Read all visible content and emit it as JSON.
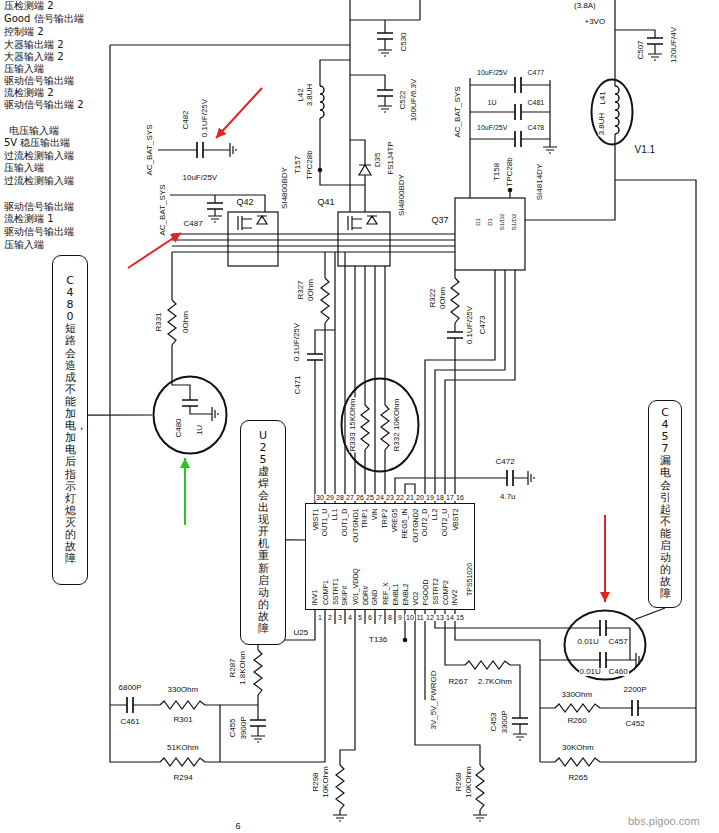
{
  "diagram": {
    "nodes": [
      {
        "text": [
          "L41",
          "3.8UH"
        ]
      },
      {
        "text": [
          "C480短路会造成不能加电，加电后指示灯熄灭的故障"
        ]
      },
      {
        "text": [
          "C480",
          "1U"
        ]
      },
      {
        "text": [
          "R333 15KOhm",
          "R332 10KOhm"
        ]
      },
      {
        "text": [
          "U25虚焊会出现开机重新启动的故障"
        ]
      },
      {
        "text": [
          "U25",
          "TPS51020"
        ]
      },
      {
        "text": [
          "C457漏电会引起不能启动的故障"
        ]
      },
      {
        "text": [
          "0.01U",
          "C457",
          "0.01U",
          "C460"
        ]
      }
    ],
    "edges": [
      {
        "from": 1,
        "to": 2,
        "arrow": "none"
      },
      {
        "from": 4,
        "to": 5,
        "arrow": "none"
      },
      {
        "from": 6,
        "to": 7,
        "arrow": "none"
      }
    ],
    "labels": [
      "压检测端 2",
      "Good 信号输出端",
      "控制端 2",
      "大器输出端 2",
      "大器输入端 2",
      "压输入端",
      "驱动信号输出端",
      "流检测端 2",
      "驱动信号输出端 2",
      "电压输入端",
      "5V 稳压输出端",
      "过流检测输入端",
      "压输入端",
      "过流检测输入端",
      "驱动信号输出端",
      "流检测端 1",
      "驱动信号输出端",
      "压输入端",
      "C530",
      "C522",
      "100UF/6.3V",
      "L42",
      "3.8UH",
      "D35",
      "FS1J4TP",
      "T157",
      "TPC28b",
      "C482",
      "0.1UF/25V",
      "AC_BAT_SYS",
      "10uF/25V",
      "C487",
      "AC_BAT_SYS",
      "Q42",
      "SI4800BDY",
      "Q41",
      "SI4800BDY",
      "SI4814DY",
      "T158",
      "TPC28b",
      "Q37",
      "10uF/25V",
      "C477",
      "AC_BAT_SYS",
      "C481",
      "1U",
      "10uF/25V",
      "C478",
      "V1.1",
      "C507",
      "120UF/4V",
      "+3VO",
      "(3.8A)",
      "R331",
      "0Ohm",
      "R327",
      "0Ohm",
      "0.1UF/25V",
      "C471",
      "R322",
      "0Ohm",
      "0.1UF/25V",
      "C473",
      "C472",
      "4.7u",
      "30",
      "29",
      "28",
      "27",
      "26",
      "25",
      "24",
      "23",
      "22",
      "21",
      "20",
      "19",
      "18",
      "17",
      "16",
      "VBST1",
      "OUT1_U",
      "LL1",
      "OUT1_D",
      "OUTGND1",
      "TRIP1",
      "VIN",
      "TRIP2",
      "VREG5",
      "REG5_IN",
      "OUTGND2",
      "OUT2_D",
      "LL2",
      "OUT2_U",
      "VBST2",
      "INV1",
      "COMP1",
      "SSTRT1",
      "SKIP#",
      "V01_VDDQ",
      "DDR#",
      "GND",
      "REF_X",
      "ENBL1",
      "ENBL2",
      "VO2",
      "PGOOD",
      "SSTRT2",
      "COMP2",
      "INV2",
      "1",
      "2",
      "3",
      "4",
      "5",
      "6",
      "7",
      "8",
      "9",
      "10",
      "11",
      "12",
      "13",
      "14",
      "15",
      "6800P",
      "C461",
      "330Ohm",
      "R301",
      "51KOhm",
      "R294",
      "R287",
      "1.8KOhm",
      "C455",
      "3900P",
      "R298",
      "10KOhm",
      "T136",
      "3V_5V_PWRGD",
      "R267",
      "2.7KOhm",
      "C453",
      "3300P",
      "330Ohm",
      "R260",
      "2200P",
      "C452",
      "30KOhm",
      "R265",
      "R268",
      "10KOhm",
      "6",
      "bbs.pigoo.com",
      "D1",
      "D1",
      "S1/D2",
      "S1/D2"
    ]
  }
}
